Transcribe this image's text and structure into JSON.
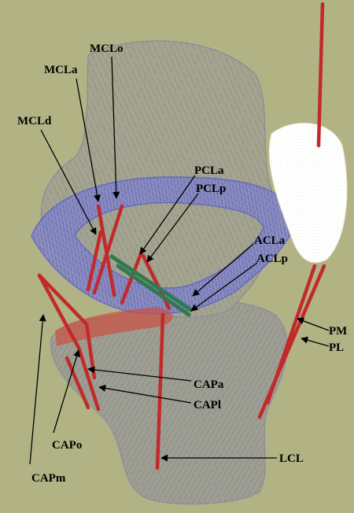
{
  "colors": {
    "background": "#b2b385",
    "bone_mesh": "#8f8f9a",
    "meniscus_mesh": "#6a6ed0",
    "ligament": "#c22a2a",
    "ligament_green": "#2f7a4f",
    "patella": "#ffffff",
    "label": "#000000"
  },
  "labels": {
    "mclo": "MCLo",
    "mcla": "MCLa",
    "mcld": "MCLd",
    "pcla": "PCLa",
    "pclp": "PCLp",
    "acla": "ACLa",
    "aclp": "ACLp",
    "pm": "PM",
    "pl": "PL",
    "capa": "CAPa",
    "capl": "CAPl",
    "capo": "CAPo",
    "capm": "CAPm",
    "lcl": "LCL"
  }
}
